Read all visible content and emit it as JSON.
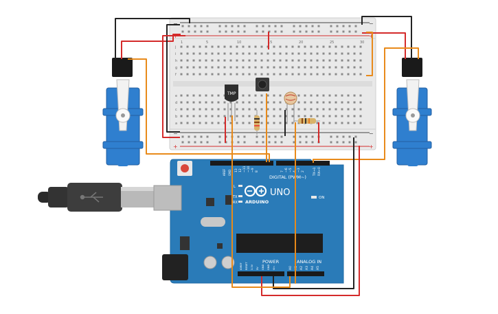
{
  "breadboard": {
    "rail_plus": "+",
    "rail_minus": "−",
    "row_letters_top": [
      "j",
      "i",
      "h",
      "g",
      "f"
    ],
    "row_letters_bottom": [
      "e",
      "d",
      "c",
      "b",
      "a"
    ],
    "column_numbers": [
      "1",
      "5",
      "10",
      "15",
      "20",
      "25",
      "30"
    ]
  },
  "components": {
    "temp_sensor_label": "TMP"
  },
  "arduino": {
    "brand": "ARDUINO",
    "model": "UNO",
    "digital_label": "DIGITAL (PWM~)",
    "power_label": "POWER",
    "analog_label": "ANALOG IN",
    "on_label": "ON",
    "tx_label": "TX",
    "rx_label": "RX",
    "l_label": "L",
    "aref_label": "AREF",
    "gnd_label": "GND",
    "digital_pins": [
      "13",
      "12",
      "~11",
      "~10",
      "~9",
      "8",
      "7",
      "~6",
      "~5",
      "4",
      "~3",
      "2",
      "TX→1",
      "RX←0"
    ],
    "power_pins": [
      "IOREF",
      "RESET",
      "3.3V",
      "5V",
      "GND",
      "GND",
      "Vin"
    ],
    "analog_pins": [
      "A0",
      "A1",
      "A2",
      "A3",
      "A4",
      "A5"
    ]
  },
  "colors": {
    "breadboard": "#e9e9e9",
    "board": "#2a7bb8",
    "servo": "#2f7fcf",
    "wire_red": "#d42a2a",
    "wire_black": "#222222",
    "wire_orange": "#e88a1a"
  }
}
